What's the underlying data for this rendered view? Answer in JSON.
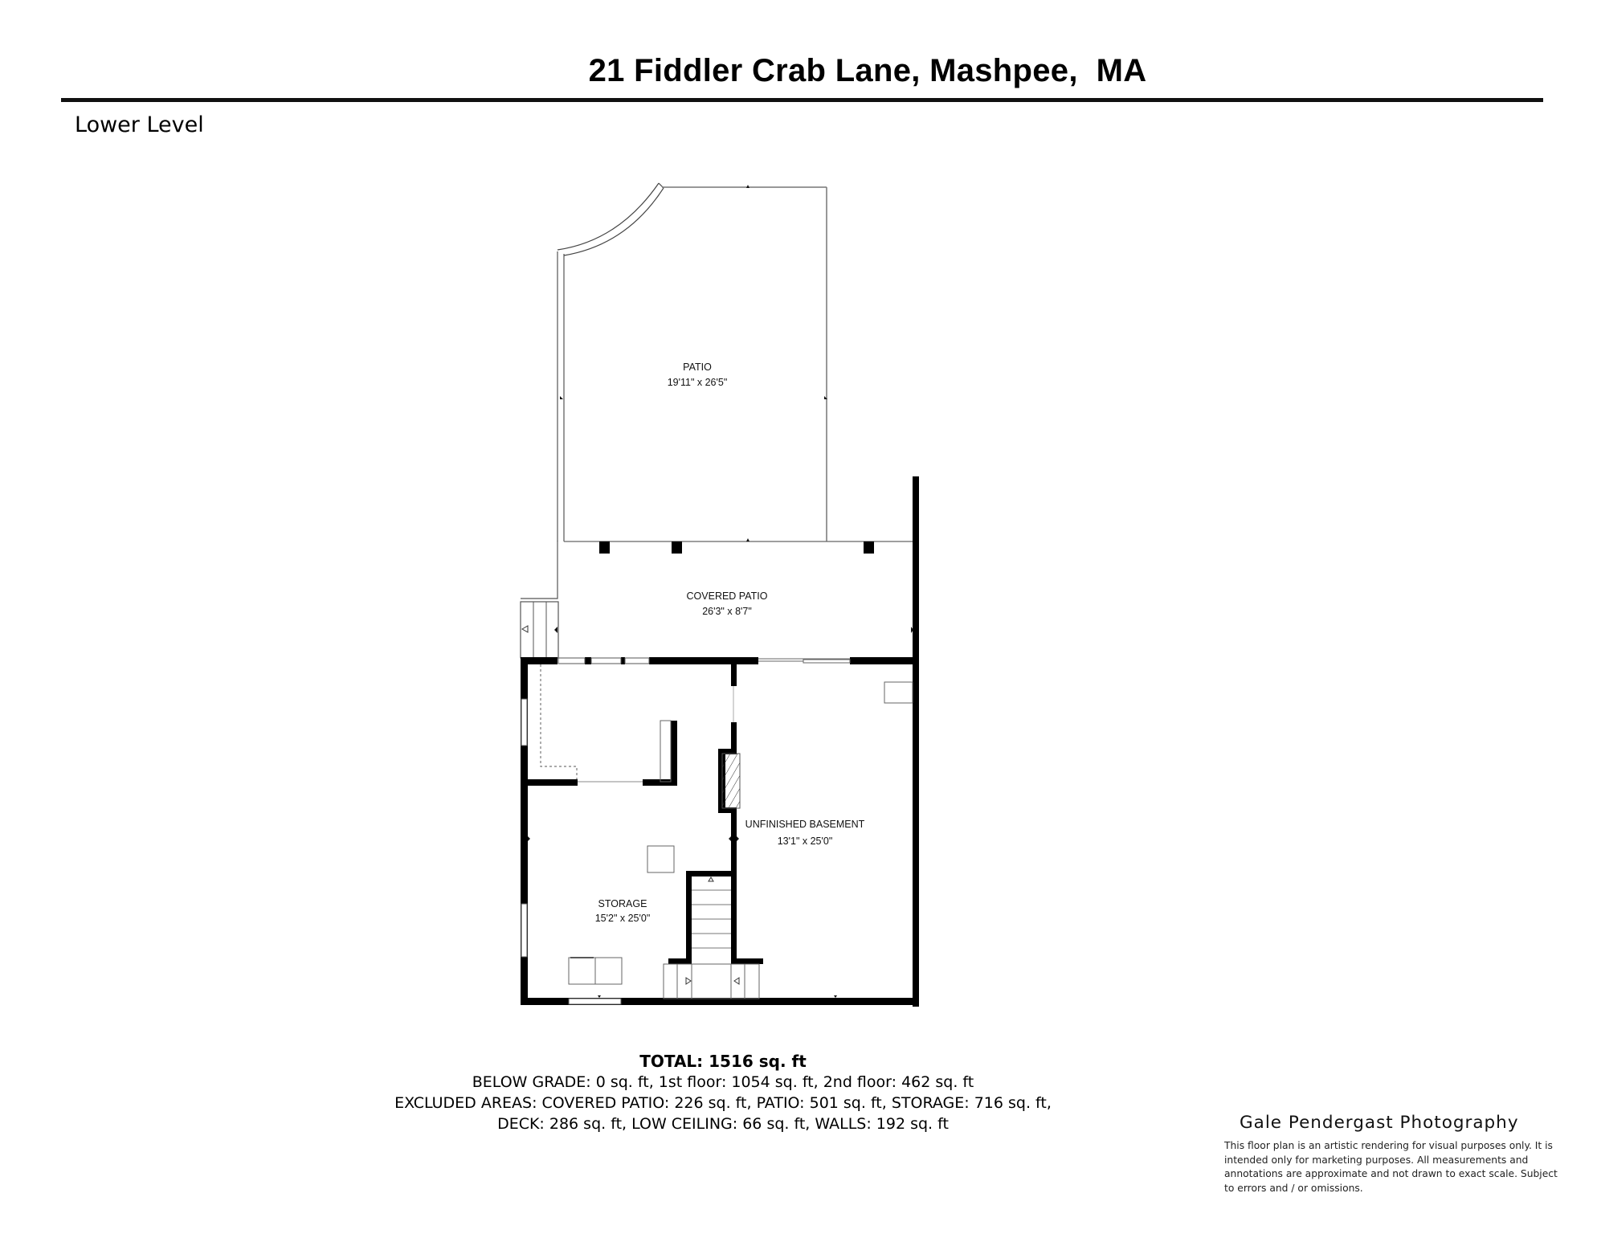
{
  "header": {
    "title": "21 Fiddler Crab Lane, Mashpee,  MA",
    "level": "Lower Level"
  },
  "rooms": [
    {
      "name": "PATIO",
      "dimensions": "19'11\" x 26'5\""
    },
    {
      "name": "COVERED PATIO",
      "dimensions": "26'3\" x 8'7\""
    },
    {
      "name": "UNFINISHED BASEMENT",
      "dimensions": "13'1\" x 25'0\""
    },
    {
      "name": "STORAGE",
      "dimensions": "15'2\" x 25'0\""
    }
  ],
  "totals": {
    "total": "TOTAL: 1516 sq. ft",
    "line1": "BELOW GRADE: 0 sq. ft, 1st floor: 1054 sq. ft, 2nd floor: 462 sq. ft",
    "line2": "EXCLUDED AREAS: COVERED PATIO: 226 sq. ft, PATIO: 501 sq. ft, STORAGE: 716 sq. ft,",
    "line3": "DECK: 286 sq. ft, LOW CEILING: 66 sq. ft, WALLS: 192 sq. ft"
  },
  "footer": {
    "brand": "Gale Pendergast Photography",
    "disclaimer": "This floor plan is an artistic rendering for visual purposes only. It is intended only for marketing purposes. All measurements and annotations are approximate and not drawn to exact scale. Subject to errors and / or omissions."
  },
  "colors": {
    "wall": "#000000",
    "thin_line": "#555555",
    "background": "#ffffff"
  }
}
